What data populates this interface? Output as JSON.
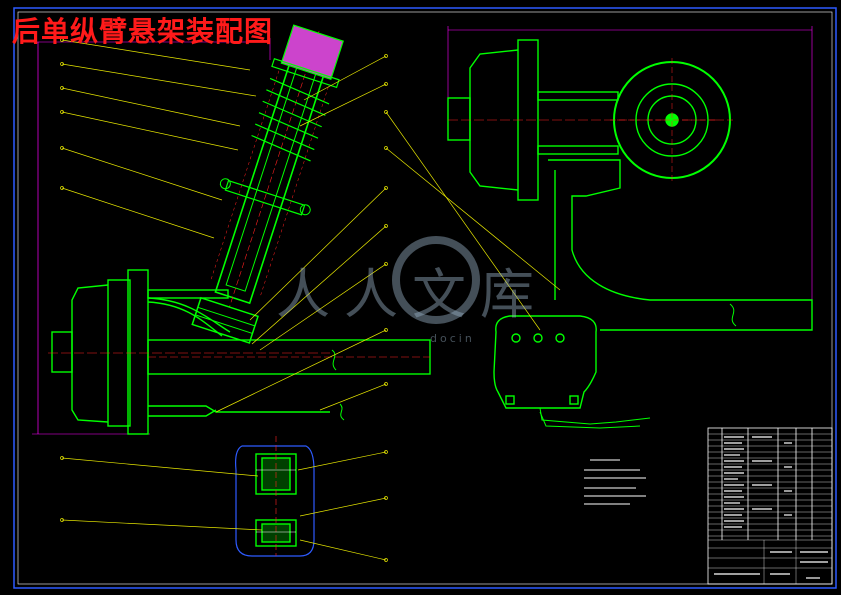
{
  "title": "后单纵臂悬架装配图",
  "watermark": {
    "text": "人人文库",
    "sub": "docin"
  },
  "colors": {
    "background": "#000000",
    "part": "#00ff00",
    "leader": "#e6e600",
    "dimension": "#ff00ff",
    "frame": "#2e5bff",
    "section": "#ff2020",
    "title": "#ff1a1a",
    "detail": "#ffffff"
  }
}
